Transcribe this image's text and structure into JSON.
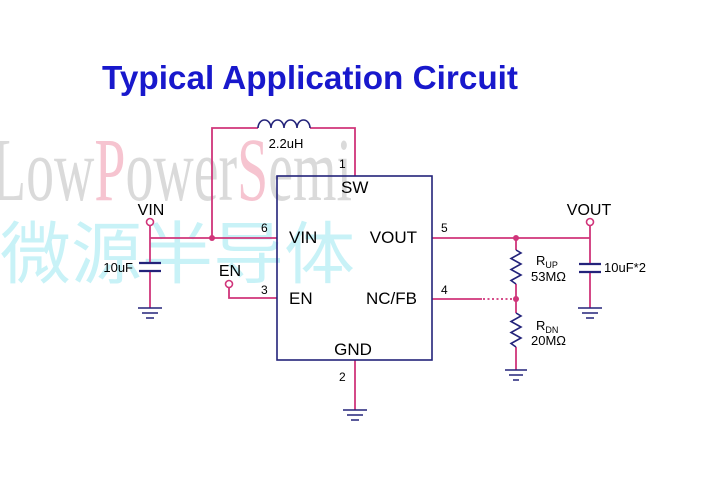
{
  "title": "Typical Application Circuit",
  "watermark": {
    "brand_segments": [
      {
        "text": "Low",
        "accent": false
      },
      {
        "text": "P",
        "accent": true
      },
      {
        "text": "ower",
        "accent": false
      },
      {
        "text": "S",
        "accent": true
      },
      {
        "text": "emi",
        "accent": false
      }
    ],
    "brand_cn": "微源半导体"
  },
  "chip": {
    "pins": {
      "sw": {
        "number": "1",
        "label": "SW"
      },
      "vin": {
        "number": "6",
        "label": "VIN"
      },
      "en": {
        "number": "3",
        "label": "EN"
      },
      "vout": {
        "number": "5",
        "label": "VOUT"
      },
      "fb": {
        "number": "4",
        "label": "NC/FB"
      },
      "gnd": {
        "number": "2",
        "label": "GND"
      }
    }
  },
  "nodes": {
    "vin": "VIN",
    "en": "EN",
    "vout": "VOUT"
  },
  "components": {
    "inductor": {
      "value": "2.2uH"
    },
    "input_cap": {
      "value": "10uF"
    },
    "output_cap": {
      "value": "10uF*2"
    },
    "r_up": {
      "symbol": "R",
      "subscript": "UP",
      "value": "53MΩ"
    },
    "r_dn": {
      "symbol": "R",
      "subscript": "DN",
      "value": "20MΩ"
    }
  },
  "colors": {
    "title": "#1818cc",
    "wire": "#d0357a",
    "outline": "#23237a",
    "text": "#000000",
    "watermark_gray": "#dadada",
    "watermark_accent": "#f6c4d0",
    "watermark_cn": "#c8f2f7"
  }
}
